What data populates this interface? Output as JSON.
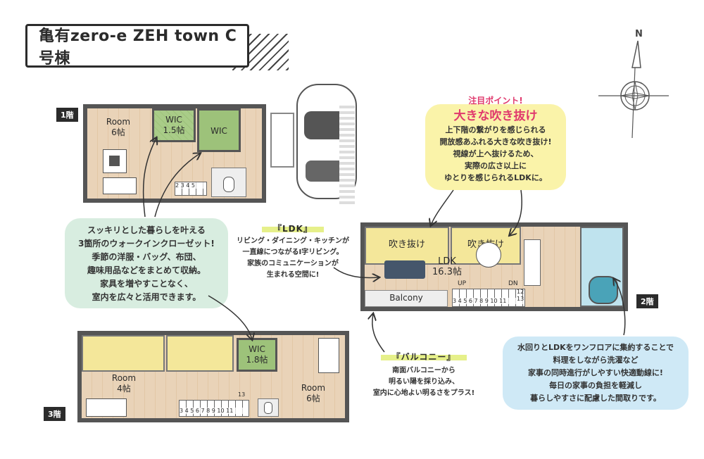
{
  "header": {
    "title": "亀有zero-e ZEH town C号棟"
  },
  "compass": {
    "north_label": "N"
  },
  "floors": {
    "f1": {
      "tag": "1階",
      "room": {
        "name": "Room",
        "size": "6帖"
      },
      "wic1": {
        "name": "WIC",
        "size": "1.5帖"
      },
      "wic2": {
        "name": "WIC"
      },
      "stair_numbers": "2 3 4 5"
    },
    "f2": {
      "tag": "2階",
      "void1": "吹き抜け",
      "void2": "吹き抜け",
      "ldk": {
        "name": "LDK",
        "size": "16.3帖"
      },
      "balcony": "Balcony",
      "up": "UP",
      "dn": "DN",
      "stair_numbers": "3 4 5 6 7 8 9 10 11",
      "stair_end1": "12",
      "stair_end2": "13"
    },
    "f3": {
      "tag": "3階",
      "room1": {
        "name": "Room",
        "size": "4帖"
      },
      "room2": {
        "name": "Room",
        "size": "6帖"
      },
      "wic": {
        "name": "WIC",
        "size": "1.8帖"
      },
      "stair_numbers": "3 4 5 6 7 8 9 10 11",
      "stair_top": "13"
    }
  },
  "bubbles": {
    "storage": {
      "lines": [
        "スッキリとした暮らしを叶える",
        "3箇所のウォークインクローゼット!",
        "季節の洋服・バッグ、布団、",
        "趣味用品などをまとめて収納。",
        "家具を増やすことなく、",
        "室内を広々と活用できます。"
      ]
    },
    "void": {
      "label": "注目ポイント!",
      "heading": "大きな吹き抜け",
      "lines": [
        "上下階の繋がりを感じられる",
        "開放感あふれる大きな吹き抜け!",
        "視線が上へ抜けるため、",
        "実際の広さ以上に",
        "ゆとりを感じられるLDKに。"
      ]
    },
    "kitchen": {
      "lines": [
        "水回りとLDKをワンフロアに集約することで",
        "料理をしながら洗濯など",
        "家事の同時進行がしやすい快適動線に!",
        "毎日の家事の負担を軽減し",
        "暮らしやすさに配慮した間取りです。"
      ]
    }
  },
  "callouts": {
    "ldk": {
      "title": "『LDK』",
      "lines": [
        "リビング・ダイニング・キッチンが",
        "一直線につながるI字リビング。",
        "家族のコミュニケーションが",
        "生まれる空間に!"
      ]
    },
    "balcony": {
      "title": "『バルコニー』",
      "lines": [
        "南面バルコニーから",
        "明るい陽を採り込み、",
        "室内に心地よい明るさをプラス!"
      ]
    }
  }
}
